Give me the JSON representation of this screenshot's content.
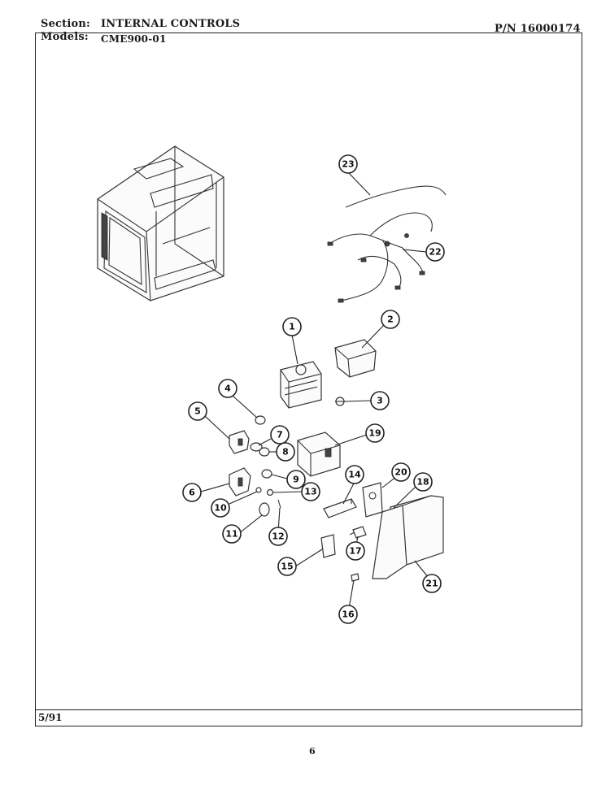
{
  "header": {
    "section_label": "Section:",
    "section_value": "INTERNAL CONTROLS",
    "part_number": "P/N 16000174",
    "models_label": "Models:",
    "models_value": "CME900-01"
  },
  "footer": {
    "date": "5/91",
    "page_number": "6"
  },
  "callouts": [
    "1",
    "2",
    "3",
    "4",
    "5",
    "6",
    "7",
    "8",
    "9",
    "10",
    "11",
    "12",
    "13",
    "14",
    "15",
    "16",
    "17",
    "18",
    "19",
    "20",
    "21",
    "22",
    "23"
  ]
}
